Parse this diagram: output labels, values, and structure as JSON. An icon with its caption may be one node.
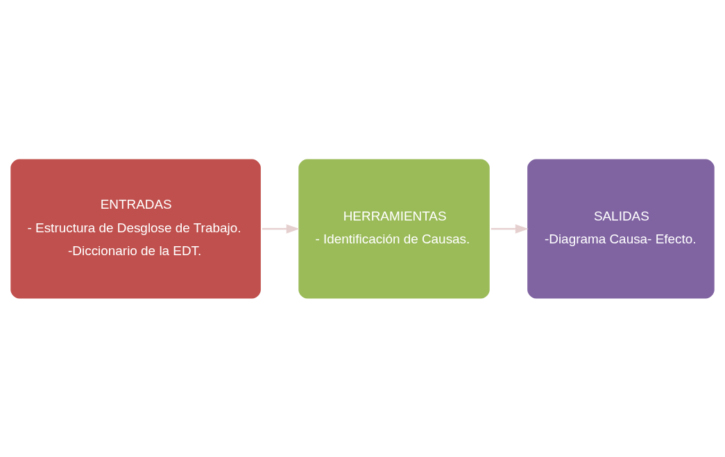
{
  "diagram": {
    "nodes": [
      {
        "text": [
          "ENTRADAS",
          "- Estructura de Desglose de Trabajo.",
          "-Diccionario de la EDT."
        ]
      },
      {
        "text": [
          "HERRAMIENTAS",
          "- Identificación de Causas."
        ]
      },
      {
        "text": [
          "SALIDAS",
          "-Diagrama Causa- Efecto."
        ]
      }
    ],
    "edges": [
      {
        "from": 0,
        "to": 1,
        "arrow": "to"
      },
      {
        "from": 1,
        "to": 2,
        "arrow": "to"
      }
    ]
  }
}
